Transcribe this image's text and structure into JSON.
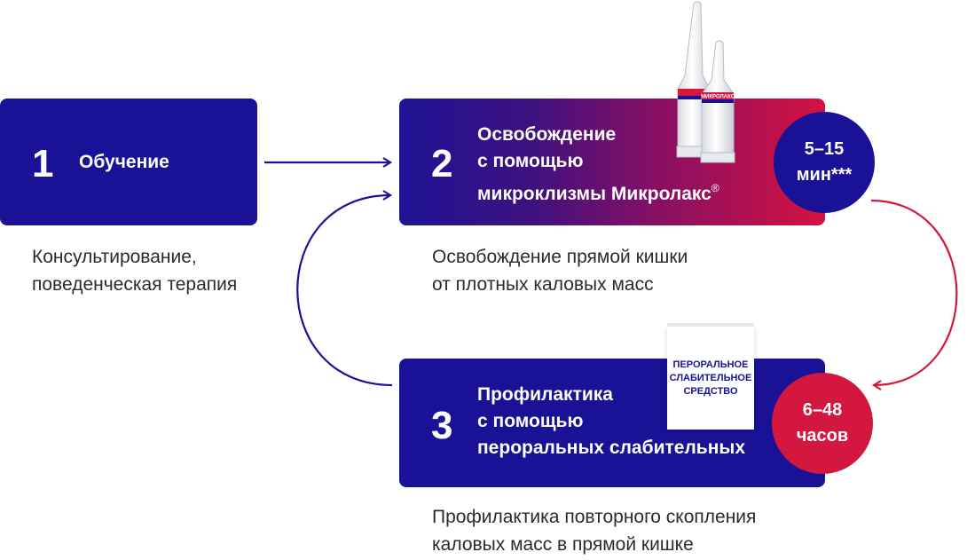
{
  "steps": [
    {
      "number": "1",
      "title_lines": [
        "Обучение"
      ],
      "desc_lines": [
        "Консультирование,",
        "поведенческая терапия"
      ]
    },
    {
      "number": "2",
      "title_lines": [
        "Освобождение",
        "с помощью",
        "микроклизмы Микролакс"
      ],
      "title_mark": "®",
      "desc_lines": [
        "Освобождение прямой кишки",
        "от плотных каловых масс"
      ]
    },
    {
      "number": "3",
      "title_lines": [
        "Профилактика",
        "с помощью",
        "пероральных слабительных"
      ],
      "desc_lines": [
        "Профилактика повторного скопления",
        "каловых масс в прямой кишке"
      ]
    }
  ],
  "badges": {
    "step2": [
      "5–15",
      "мин***"
    ],
    "step3": [
      "6–48",
      "часов"
    ]
  },
  "product_label_lines": [
    "ПЕРОРАЛЬНОЕ",
    "СЛАБИТЕЛЬНОЕ",
    "СРЕДСТВО"
  ],
  "tube_brand": "МИКРОЛАКС",
  "colors": {
    "navy": "#1a1296",
    "crimson": "#d4173f",
    "text": "#2b2b2b"
  }
}
